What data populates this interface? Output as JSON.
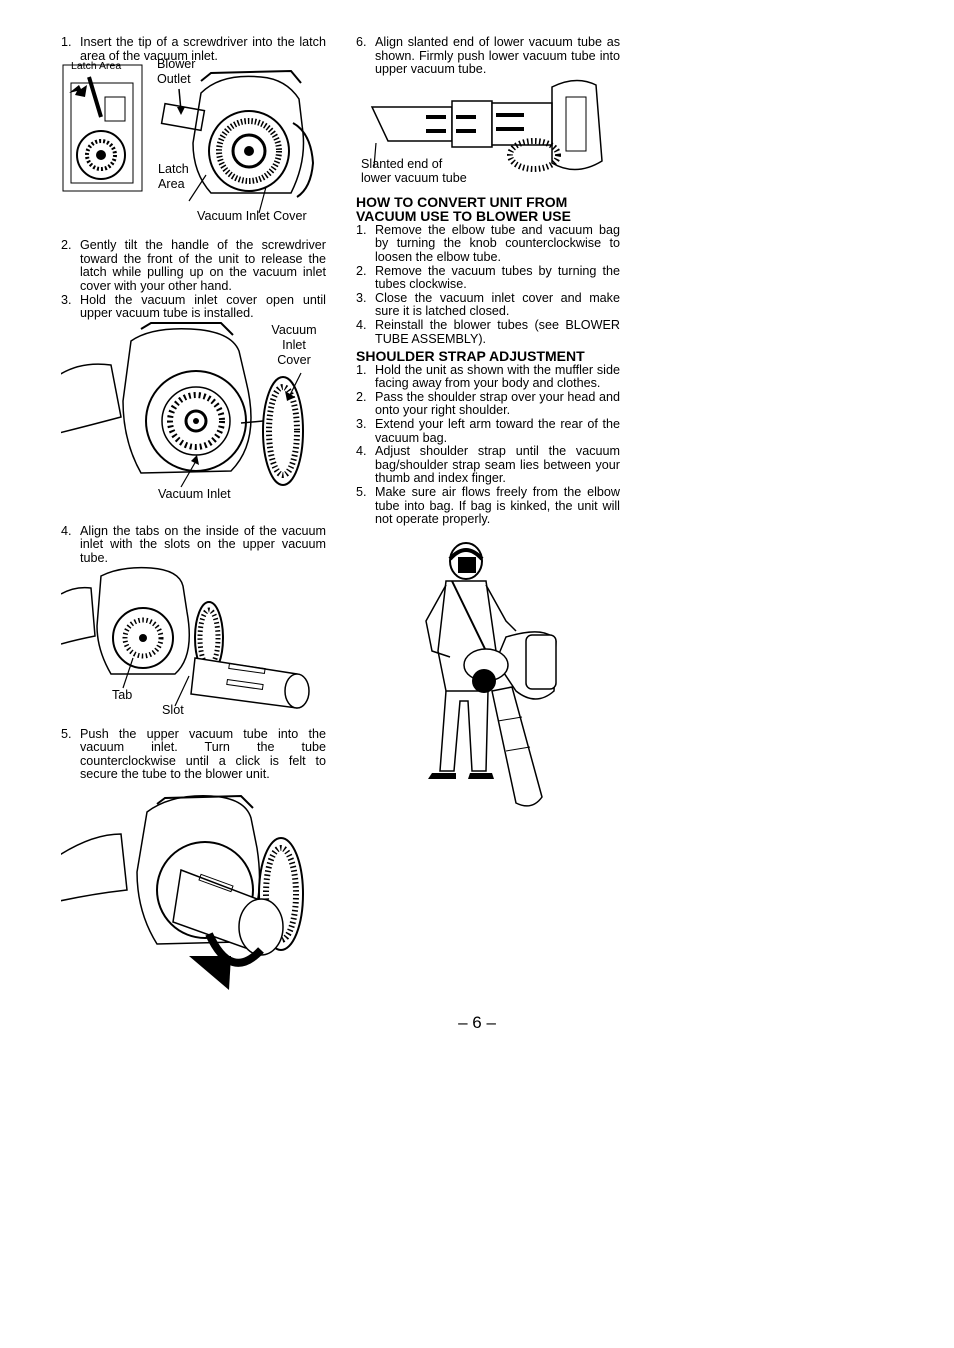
{
  "left": {
    "step1": {
      "num": "1.",
      "text": "Insert the tip of a screwdriver into the latch area of the vacuum inlet."
    },
    "fig1": {
      "inset_label": "Latch Area",
      "blower_outlet": "Blower\nOutlet",
      "latch_area": "Latch\nArea",
      "vacuum_inlet_cover": "Vacuum Inlet Cover"
    },
    "step2": {
      "num": "2.",
      "text": "Gently tilt the handle of the screwdriver toward the front of the unit to release the latch while pulling up on the vacuum inlet cover with your other hand."
    },
    "step3": {
      "num": "3.",
      "text": "Hold the vacuum inlet cover open until upper vacuum tube is installed."
    },
    "fig2": {
      "vacuum_inlet_cover": "Vacuum\nInlet\nCover",
      "vacuum_inlet": "Vacuum Inlet"
    },
    "step4": {
      "num": "4.",
      "text": "Align the tabs on the inside of the vacuum inlet with the slots on the upper vacuum tube."
    },
    "fig3": {
      "tab": "Tab",
      "slot": "Slot"
    },
    "step5": {
      "num": "5.",
      "text": "Push the upper vacuum tube into the vacuum inlet. Turn the tube counterclockwise until a click is felt to secure the tube to the blower unit."
    }
  },
  "right": {
    "step6": {
      "num": "6.",
      "text": "Align slanted end of lower vacuum tube as shown. Firmly push lower vacuum tube into upper vacuum tube."
    },
    "fig4": {
      "slanted_end": "Slanted end of\nlower vacuum tube"
    },
    "convert": {
      "heading": "HOW TO CONVERT UNIT FROM VACUUM USE TO BLOWER USE",
      "steps": [
        {
          "num": "1.",
          "text": "Remove the elbow tube and vacuum bag by turning the knob counterclockwise to loosen the elbow tube."
        },
        {
          "num": "2.",
          "text": "Remove the vacuum tubes by turning the tubes clockwise."
        },
        {
          "num": "3.",
          "text": "Close the vacuum inlet cover and make sure it is latched closed."
        },
        {
          "num": "4.",
          "text": "Reinstall the blower tubes (see BLOWER TUBE ASSEMBLY)."
        }
      ]
    },
    "strap": {
      "heading": "SHOULDER STRAP ADJUSTMENT",
      "steps": [
        {
          "num": "1.",
          "text": "Hold the unit as shown with the muffler side facing away from your body and clothes."
        },
        {
          "num": "2.",
          "text": "Pass the shoulder strap over your head and onto your right shoulder."
        },
        {
          "num": "3.",
          "text": "Extend your left arm toward the rear of the vacuum bag."
        },
        {
          "num": "4.",
          "text": "Adjust shoulder strap until the vacuum bag/shoulder strap seam lies between your thumb and index finger."
        },
        {
          "num": "5.",
          "text": "Make sure air flows freely from the elbow tube into bag.  If bag is kinked, the unit will not operate properly."
        }
      ]
    }
  },
  "page_number": "– 6 –"
}
